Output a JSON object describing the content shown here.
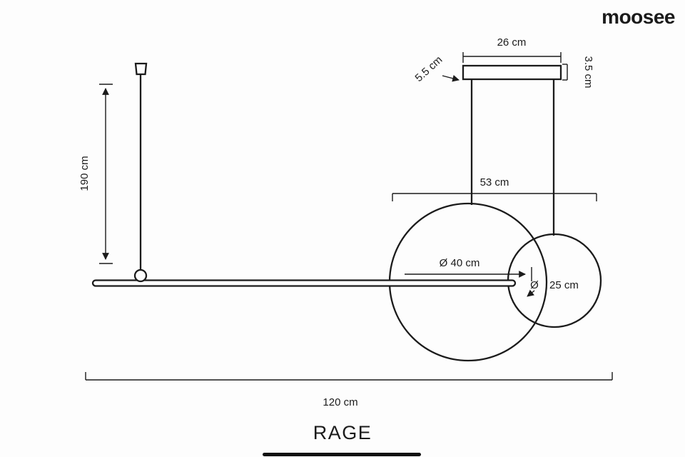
{
  "brand": {
    "logo": "moosee"
  },
  "product": {
    "name": "RAGE"
  },
  "dimensions": {
    "canopy_width": "26 cm",
    "canopy_height": "3.5 cm",
    "canopy_depth": "5.5 cm",
    "rings_span": "53 cm",
    "suspension_height": "190 cm",
    "large_ring_diameter": "Ø 40 cm",
    "small_ring_diameter_symbol": "Ø",
    "small_ring_diameter_value": "25 cm",
    "total_length": "120 cm"
  }
}
